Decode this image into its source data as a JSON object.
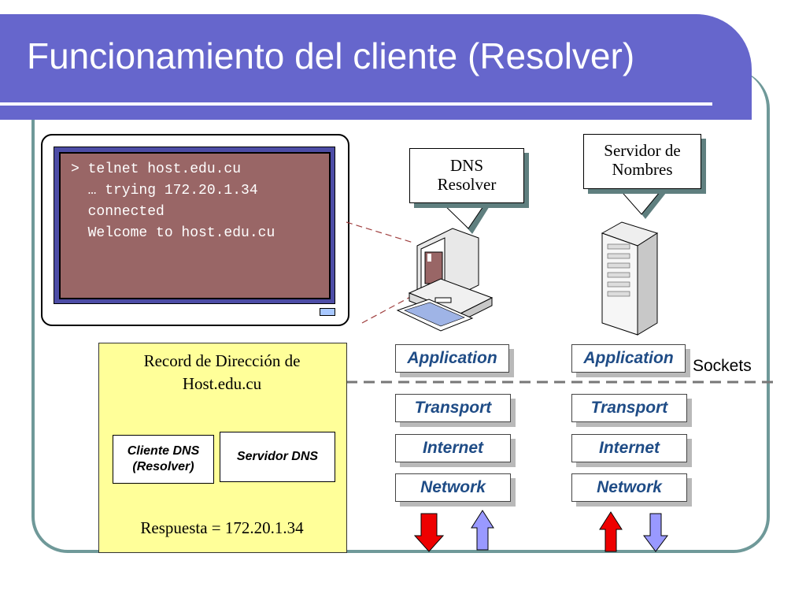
{
  "title": "Funcionamiento del cliente (Resolver)",
  "terminal": {
    "lines": [
      "> telnet host.edu.cu",
      "  … trying 172.20.1.34",
      "  connected",
      "  Welcome to host.edu.cu"
    ]
  },
  "callouts": {
    "dns_resolver": [
      "DNS",
      "Resolver"
    ],
    "servidor_nombres": [
      "Servidor de",
      "Nombres"
    ]
  },
  "record": {
    "title_line1": "Record de Dirección de",
    "title_line2": "Host.edu.cu",
    "cliente_line1": "Cliente DNS",
    "cliente_line2": "(Resolver)",
    "servidor": "Servidor DNS",
    "respuesta": "Respuesta = 172.20.1.34"
  },
  "stack": {
    "layers": [
      "Application",
      "Transport",
      "Internet",
      "Network"
    ]
  },
  "sockets_label": "Sockets",
  "colors": {
    "title_bg": "#6666cc",
    "frame": "#6f9999",
    "terminal_bg": "#996666",
    "record_bg": "#ffff99",
    "layer_text": "#1f4c86",
    "arrow_red": "#ee0000",
    "arrow_blue": "#9999ff"
  }
}
